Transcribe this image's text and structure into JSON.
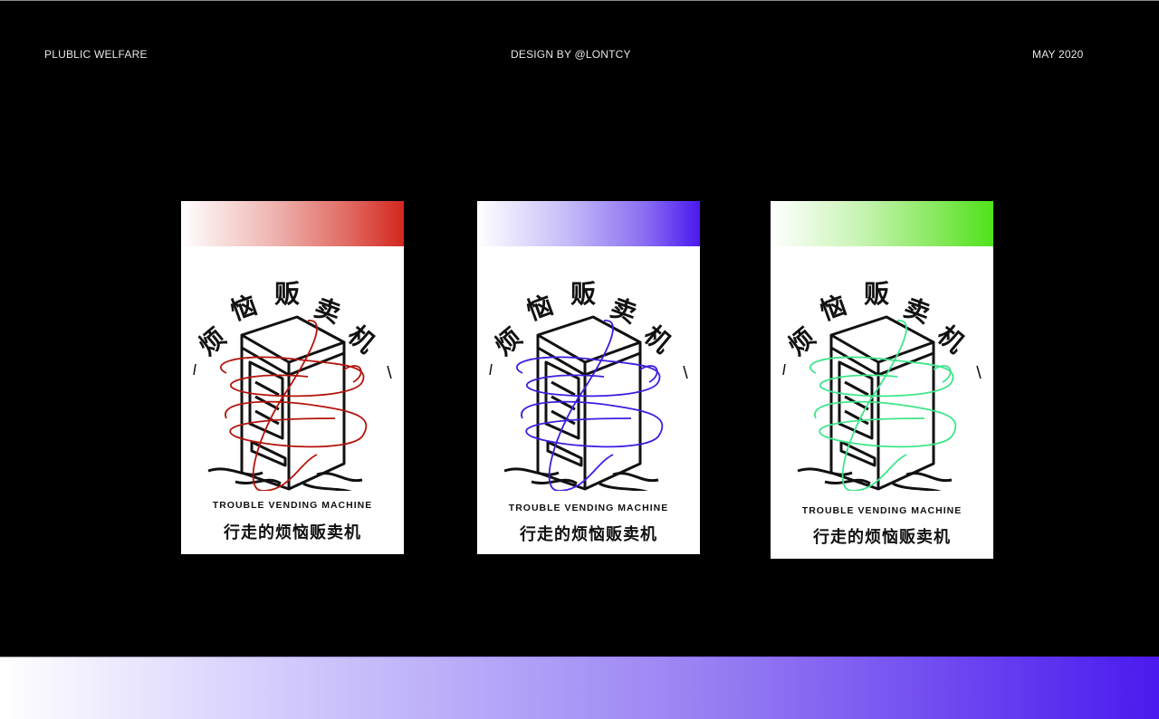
{
  "header": {
    "left": "PLUBLIC WELFARE",
    "center": "DESIGN BY @LONTCY",
    "right": "MAY 2020"
  },
  "posters": [
    {
      "variant": "red",
      "accent": "#d3271f",
      "arc_title": [
        "烦",
        "恼",
        "贩",
        "卖",
        "机"
      ],
      "subtitle_en": "TROUBLE VENDING MACHINE",
      "subtitle_cn": "行走的烦恼贩卖机"
    },
    {
      "variant": "blue",
      "accent": "#4a1aee",
      "arc_title": [
        "烦",
        "恼",
        "贩",
        "卖",
        "机"
      ],
      "subtitle_en": "TROUBLE VENDING MACHINE",
      "subtitle_cn": "行走的烦恼贩卖机"
    },
    {
      "variant": "green",
      "accent": "#4fe21a",
      "line_color": "#3ee68a",
      "arc_title": [
        "烦",
        "恼",
        "贩",
        "卖",
        "机"
      ],
      "subtitle_en": "TROUBLE VENDING MACHINE",
      "subtitle_cn": "行走的烦恼贩卖机"
    }
  ],
  "footer": {
    "gradient_start": "#ffffff",
    "gradient_end": "#4a1aee"
  }
}
